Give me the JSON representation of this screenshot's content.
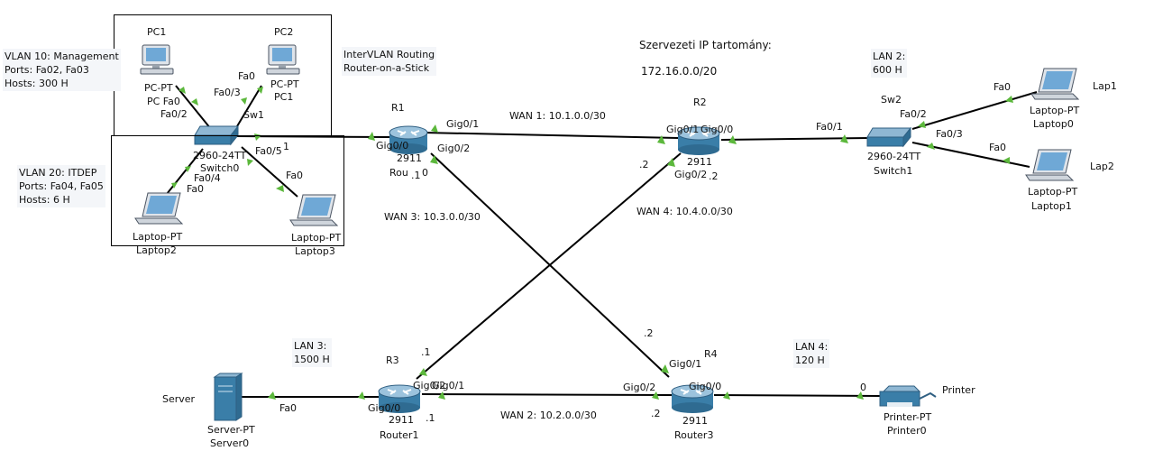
{
  "notes": {
    "vlan10": [
      "VLAN 10: Management",
      "Ports: Fa02, Fa03",
      "Hosts: 300 H"
    ],
    "vlan20": [
      "VLAN 20: ITDEP",
      "Ports: Fa04, Fa05",
      "Hosts: 6 H"
    ],
    "intervlan": [
      "InterVLAN Routing",
      "Router-on-a-Stick"
    ],
    "org_range": [
      "Szervezeti IP tartomány:",
      "172.16.0.0/20"
    ],
    "lan2": [
      "LAN 2:",
      "600 H"
    ],
    "lan3": [
      "LAN 3:",
      "1500 H"
    ],
    "lan4": [
      "LAN 4:",
      "120 H"
    ]
  },
  "labels": {
    "pc1_top": "PC1",
    "pc1_type": "PC-PT",
    "pc1_name": "PC Fa0",
    "pc1_port": "Fa0/2",
    "pc1_fa0": "Fa0",
    "pc2_top": "PC2",
    "pc2_type": "PC-PT",
    "pc2_name": "PC1",
    "pc2_fa0": "Fa0",
    "sw_fa03": "Fa0/3",
    "sw1": "Sw1",
    "switch0_type": "2960-24TT",
    "switch0_name": "Switch0",
    "sw_fa04": "Fa0/4",
    "sw_fa05": "Fa0/5",
    "sw_1": "1",
    "lap2_fa0": "Fa0",
    "lap3_fa0": "Fa0",
    "laptop2_type": "Laptop-PT",
    "laptop2_name": "Laptop2",
    "laptop3_type": "Laptop-PT",
    "laptop3_name": "Laptop3",
    "r1": "R1",
    "r1_gig00": "Gig0/0",
    "r1_gig01": "Gig0/1",
    "r1_gig02": "Gig0/2",
    "r1_model": "2911",
    "r1_name": "Rou",
    "r1_dot1": ".1",
    "r1_0": "0",
    "wan1": "WAN 1: 10.1.0.0/30",
    "wan3": "WAN 3: 10.3.0.0/30",
    "wan4": "WAN 4: 10.4.0.0/30",
    "wan2": "WAN 2: 10.2.0.0/30",
    "r2": "R2",
    "r2_gig01": "Gig0/1",
    "r2_gig00": "Gig0/0",
    "r2_gig02": "Gig0/2",
    "r2_model": "2911",
    "r2_dot2a": ".2",
    "r2_dot2b": ".2",
    "sw2": "Sw2",
    "switch1_fa01": "Fa0/1",
    "switch1_fa02": "Fa0/2",
    "switch1_fa03": "Fa0/3",
    "switch1_type": "2960-24TT",
    "switch1_name": "Switch1",
    "lap1": "Lap1",
    "lap1_fa0": "Fa0",
    "laptop0_type": "Laptop-PT",
    "laptop0_name": "Laptop0",
    "lap2": "Lap2",
    "lap2b_fa0": "Fa0",
    "laptop1_type": "Laptop-PT",
    "laptop1_name": "Laptop1",
    "r3": "R3",
    "r3_gig02": "Gig0/2",
    "r3_gig01": "Gig0/1",
    "r3_gig00": "Gig0/0",
    "r3_model": "2911",
    "r3_name": "Router1",
    "r3_dot1a": ".1",
    "r3_dot1b": ".1",
    "r4": "R4",
    "r4_gig01": "Gig0/1",
    "r4_gig02": "Gig0/2",
    "r4_gig00": "Gig0/0",
    "r4_model": "2911",
    "r4_name": "Router3",
    "r4_dot2a": ".2",
    "r4_dot2b": ".2",
    "server": "Server",
    "server_fa0": "Fa0",
    "server_type": "Server-PT",
    "server_name": "Server0",
    "printer": "Printer",
    "printer_0": "0",
    "printer_type": "Printer-PT",
    "printer_name": "Printer0"
  },
  "colors": {
    "link": "#000000",
    "port_up": "#5cb83c",
    "device": "#3a7ea8"
  }
}
